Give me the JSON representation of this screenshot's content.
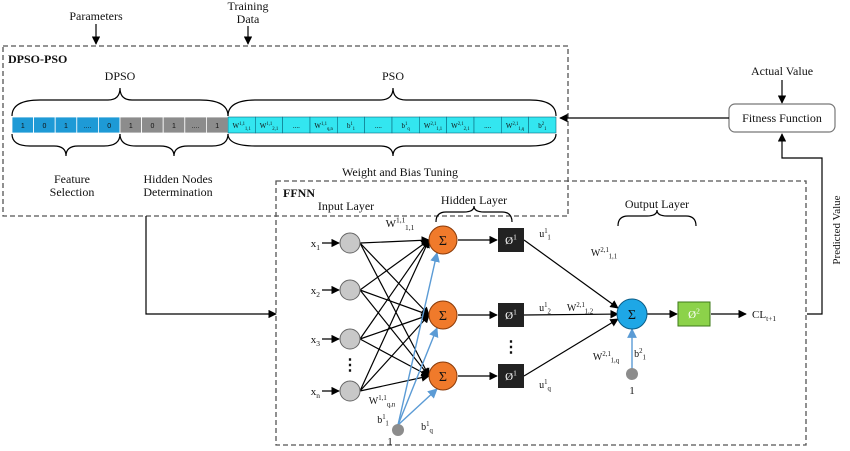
{
  "labels": {
    "parameters": "Parameters",
    "training_1": "Training",
    "training_2": "Data",
    "dpso_pso": "DPSO-PSO",
    "dpso": "DPSO",
    "pso": "PSO",
    "feature_1": "Feature",
    "feature_2": "Selection",
    "hidden_nodes_1": "Hidden Nodes",
    "hidden_nodes_2": "Determination",
    "weight_bias": "Weight and Bias Tuning",
    "actual_value": "Actual Value",
    "fitness_function": "Fitness Function",
    "predicted_value": "Predicted Value",
    "ffnn": "FFNN",
    "input_layer": "Input Layer",
    "hidden_layer": "Hidden Layer",
    "output_layer": "Output Layer"
  },
  "colors": {
    "dpso_cells": "#1e9ad6",
    "hidden_cells": "#8c8c8c",
    "pso_cells": "#33e6f0",
    "input_node": "#c8c8c8",
    "hidden_node": "#f07a2b",
    "output_node": "#1ea7e6",
    "activation_box": "#222222",
    "output_activation_box": "#8cd24a",
    "bias_node": "#8c8c8c",
    "bias_link": "#5b9bd5"
  },
  "chromosome": {
    "dpso_cells": [
      "1",
      "0",
      "1",
      "....",
      "0"
    ],
    "hidden_cells": [
      "1",
      "0",
      "1",
      "....",
      "1"
    ],
    "pso_cells": [
      {
        "base": "W",
        "sup": "1,1",
        "sub": "1,1"
      },
      {
        "base": "W",
        "sup": "1,1",
        "sub": "2,1"
      },
      {
        "base": "....",
        "sup": "",
        "sub": ""
      },
      {
        "base": "W",
        "sup": "1,1",
        "sub": "q,n"
      },
      {
        "base": "b",
        "sup": "1",
        "sub": "1"
      },
      {
        "base": "....",
        "sup": "",
        "sub": ""
      },
      {
        "base": "b",
        "sup": "1",
        "sub": "q"
      },
      {
        "base": "W",
        "sup": "2,1",
        "sub": "1,1"
      },
      {
        "base": "W",
        "sup": "2,1",
        "sub": "2,1"
      },
      {
        "base": "....",
        "sup": "",
        "sub": ""
      },
      {
        "base": "W",
        "sup": "2,1",
        "sub": "1,q"
      },
      {
        "base": "b",
        "sup": "2",
        "sub": "1"
      }
    ]
  },
  "network": {
    "inputs": [
      {
        "base": "x",
        "sub": "1"
      },
      {
        "base": "x",
        "sub": "2"
      },
      {
        "base": "x",
        "sub": "3"
      },
      {
        "base": "x",
        "sub": "n"
      }
    ],
    "sum_symbol": "Σ",
    "dots_vertical": "⋮",
    "activation": {
      "base": "Ø",
      "sup": "1"
    },
    "output_activation": {
      "base": "Ø",
      "sup": "2"
    },
    "u_labels": [
      {
        "base": "u",
        "sup": "1",
        "sub": "1"
      },
      {
        "base": "u",
        "sup": "1",
        "sub": "2"
      },
      {
        "base": "u",
        "sup": "1",
        "sub": "q"
      }
    ],
    "w_in_first": {
      "base": "W",
      "sup": "1,1",
      "sub": "1,1"
    },
    "w_in_last": {
      "base": "W",
      "sup": "1,1",
      "sub": "q,n"
    },
    "w_out": [
      {
        "base": "W",
        "sup": "2,1",
        "sub": "1,1"
      },
      {
        "base": "W",
        "sup": "2,1",
        "sub": "1,2"
      },
      {
        "base": "W",
        "sup": "2,1",
        "sub": "1,q"
      }
    ],
    "bias_hidden_first": {
      "base": "b",
      "sup": "1",
      "sub": "1"
    },
    "bias_hidden_last": {
      "base": "b",
      "sup": "1",
      "sub": "q"
    },
    "bias_output": {
      "base": "b",
      "sup": "2",
      "sub": "1"
    },
    "bias_value": "1",
    "output": {
      "base": "CL",
      "sub": "t+1"
    }
  }
}
